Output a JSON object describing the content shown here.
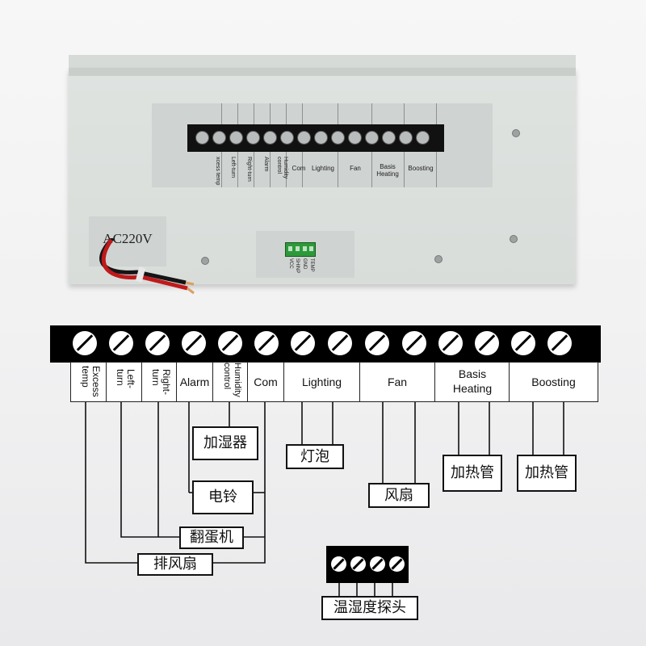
{
  "photo": {
    "ac_label": "AC220V",
    "terminal_labels": [
      "xcess temp",
      "Left-turn",
      "Right-turn",
      "Alarm",
      "Humidity control",
      "Com",
      "Lighting",
      "Fan",
      "Basis Heating",
      "Boosting"
    ],
    "sensor_pins": [
      "VCC",
      "SHINP",
      "GND",
      "TEMP"
    ]
  },
  "terminal_strip": {
    "terminal_count": 14,
    "labels": {
      "excess_temp": "Excess temp",
      "left_turn": "Left-turn",
      "right_turn": "Right-turn",
      "alarm": "Alarm",
      "humidity_control": "Humidity control",
      "com": "Com",
      "lighting": "Lighting",
      "fan": "Fan",
      "basis_heating": "Basis Heating",
      "boosting": "Boosting"
    }
  },
  "devices": {
    "humidifier": "加湿器",
    "bulb": "灯泡",
    "bell": "电铃",
    "fan": "风扇",
    "heater_basis": "加热管",
    "heater_boost": "加热管",
    "turner": "翻蛋机",
    "exhaust_fan": "排风扇",
    "probe": "温湿度探头"
  }
}
